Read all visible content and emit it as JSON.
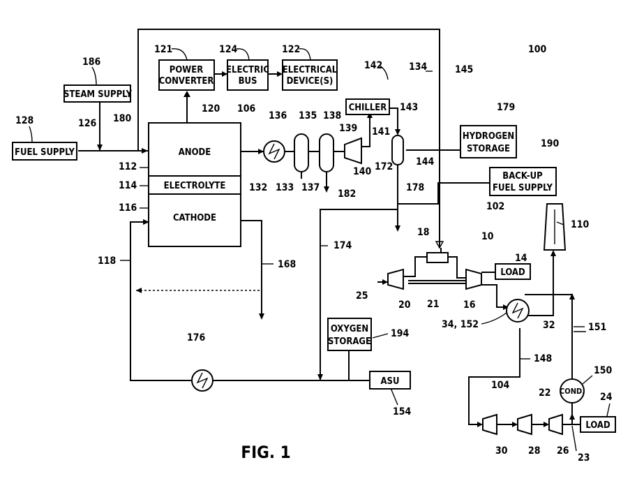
{
  "figure": {
    "caption": "FIG. 1",
    "ref_main": "100"
  },
  "fuel_cell": {
    "anode": "ANODE",
    "electrolyte": "ELECTROLYTE",
    "cathode": "CATHODE"
  },
  "boxes": {
    "fuel_supply": "FUEL SUPPLY",
    "steam_supply": "STEAM SUPPLY",
    "power_converter_1": "POWER",
    "power_converter_2": "CONVERTER",
    "electric_bus_1": "ELECTRIC",
    "electric_bus_2": "BUS",
    "electrical_devices_1": "ELECTRICAL",
    "electrical_devices_2": "DEVICE(S)",
    "chiller": "CHILLER",
    "hydrogen_storage_1": "HYDROGEN",
    "hydrogen_storage_2": "STORAGE",
    "backup_fuel_1": "BACK-UP",
    "backup_fuel_2": "FUEL SUPPLY",
    "load_14": "LOAD",
    "load_24": "LOAD",
    "oxygen_storage_1": "OXYGEN",
    "oxygen_storage_2": "STORAGE",
    "asu": "ASU",
    "cond": "COND."
  },
  "refs": {
    "r100": "100",
    "r121": "121",
    "r124": "124",
    "r122": "122",
    "r142": "142",
    "r134": "134",
    "r145": "145",
    "r186": "186",
    "r180": "180",
    "r128": "128",
    "r126": "126",
    "r120": "120",
    "r106": "106",
    "r136": "136",
    "r135": "135",
    "r138": "138",
    "r139": "139",
    "r141": "141",
    "r143": "143",
    "r179": "179",
    "r190": "190",
    "r112": "112",
    "r114": "114",
    "r116": "116",
    "r132": "132",
    "r133": "133",
    "r137": "137",
    "r182": "182",
    "r140": "140",
    "r172": "172",
    "r144": "144",
    "r178": "178",
    "r102": "102",
    "r110": "110",
    "r18": "18",
    "r10": "10",
    "r14": "14",
    "r118": "118",
    "r168": "168",
    "r174": "174",
    "r25": "25",
    "r20": "20",
    "r21": "21",
    "r16": "16",
    "r34_152": "34, 152",
    "r32": "32",
    "r151": "151",
    "r176": "176",
    "r194": "194",
    "r148": "148",
    "r150": "150",
    "r104": "104",
    "r22": "22",
    "r24": "24",
    "r154": "154",
    "r30": "30",
    "r28": "28",
    "r26": "26",
    "r23": "23"
  }
}
